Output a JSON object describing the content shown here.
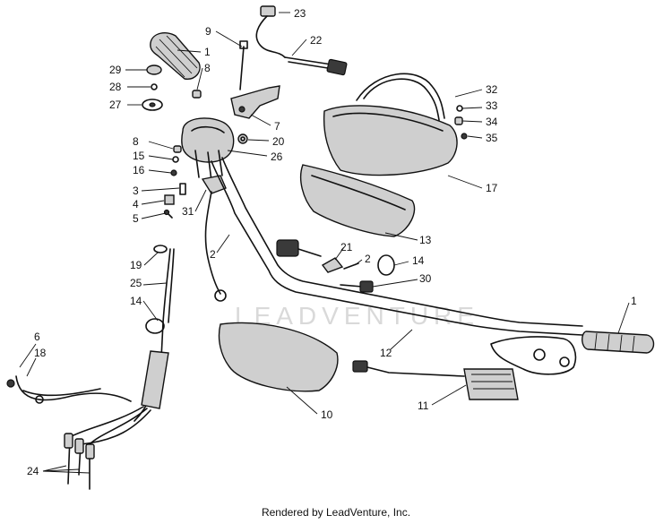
{
  "diagram": {
    "watermark": "LEADVENTURE",
    "callouts": [
      {
        "id": "c23a",
        "label": "23"
      },
      {
        "id": "c22",
        "label": "22"
      },
      {
        "id": "c9",
        "label": "9"
      },
      {
        "id": "c1a",
        "label": "1"
      },
      {
        "id": "c8a",
        "label": "8"
      },
      {
        "id": "c29",
        "label": "29"
      },
      {
        "id": "c28",
        "label": "28"
      },
      {
        "id": "c27",
        "label": "27"
      },
      {
        "id": "c7",
        "label": "7"
      },
      {
        "id": "c20",
        "label": "20"
      },
      {
        "id": "c26",
        "label": "26"
      },
      {
        "id": "c8b",
        "label": "8"
      },
      {
        "id": "c15",
        "label": "15"
      },
      {
        "id": "c16",
        "label": "16"
      },
      {
        "id": "c3",
        "label": "3"
      },
      {
        "id": "c4",
        "label": "4"
      },
      {
        "id": "c5",
        "label": "5"
      },
      {
        "id": "c31",
        "label": "31"
      },
      {
        "id": "c2a",
        "label": "2"
      },
      {
        "id": "c32",
        "label": "32"
      },
      {
        "id": "c33",
        "label": "33"
      },
      {
        "id": "c34",
        "label": "34"
      },
      {
        "id": "c35",
        "label": "35"
      },
      {
        "id": "c17",
        "label": "17"
      },
      {
        "id": "c13",
        "label": "13"
      },
      {
        "id": "c21",
        "label": "21"
      },
      {
        "id": "c2b",
        "label": "2"
      },
      {
        "id": "c14a",
        "label": "14"
      },
      {
        "id": "c30",
        "label": "30"
      },
      {
        "id": "c19",
        "label": "19"
      },
      {
        "id": "c25",
        "label": "25"
      },
      {
        "id": "c14b",
        "label": "14"
      },
      {
        "id": "c6",
        "label": "6"
      },
      {
        "id": "c18",
        "label": "18"
      },
      {
        "id": "c1b",
        "label": "1"
      },
      {
        "id": "c12",
        "label": "12"
      },
      {
        "id": "c10",
        "label": "10"
      },
      {
        "id": "c11",
        "label": "11"
      },
      {
        "id": "c24",
        "label": "24"
      }
    ]
  },
  "footer": {
    "text": "Rendered by LeadVenture, Inc."
  }
}
